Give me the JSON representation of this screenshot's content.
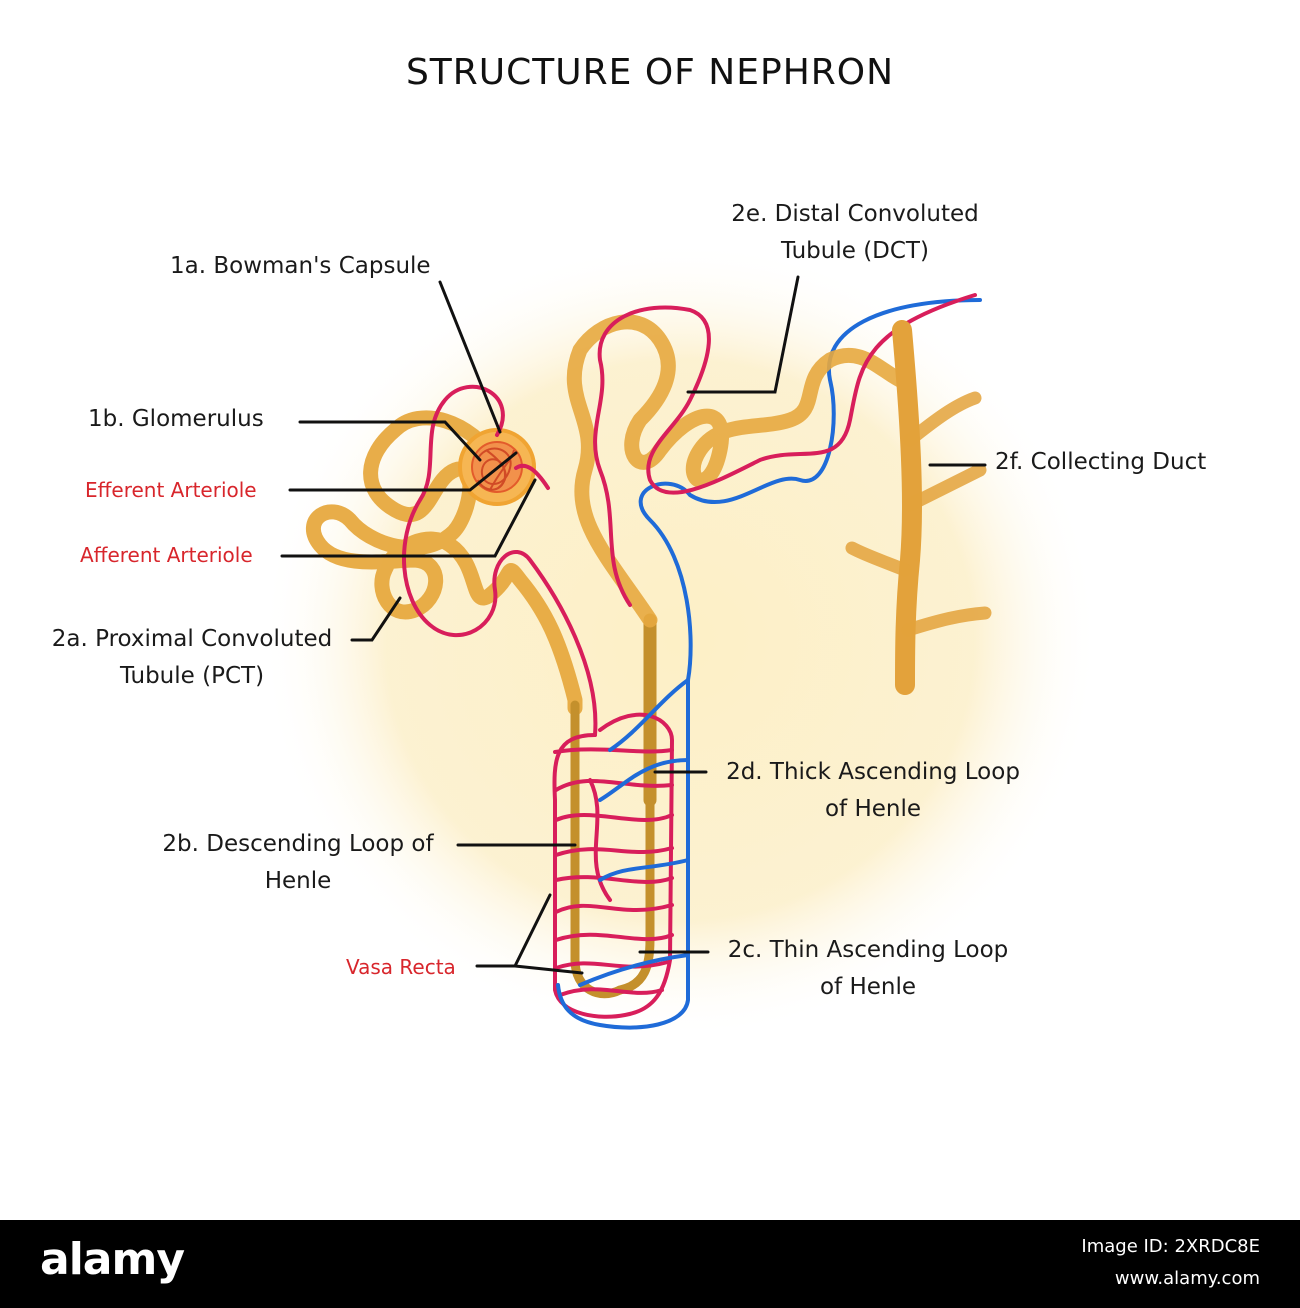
{
  "title": "STRUCTURE OF NEPHRON",
  "colors": {
    "tubule": "#e7a93f",
    "tubule_dark": "#c4902c",
    "artery": "#d81e5b",
    "vein": "#1f6bd8",
    "label_red": "#d8262c",
    "background_glow": "#fbeab8"
  },
  "labels": {
    "bowmans_capsule": "1a. Bowman's Capsule",
    "glomerulus": "1b. Glomerulus",
    "efferent_arteriole": "Efferent Arteriole",
    "afferent_arteriole": "Afferent Arteriole",
    "pct_line1": "2a. Proximal Convoluted",
    "pct_line2": "Tubule (PCT)",
    "descending_line1": "2b. Descending Loop of",
    "descending_line2": "Henle",
    "vasa_recta": "Vasa Recta",
    "dct_line1": "2e. Distal Convoluted",
    "dct_line2": "Tubule (DCT)",
    "collecting_duct": "2f. Collecting Duct",
    "thick_line1": "2d. Thick Ascending Loop",
    "thick_line2": "of Henle",
    "thin_line1": "2c. Thin Ascending Loop",
    "thin_line2": "of Henle"
  },
  "footer": {
    "brand": "alamy",
    "image_id": "Image ID: 2XRDC8E",
    "site": "www.alamy.com"
  }
}
